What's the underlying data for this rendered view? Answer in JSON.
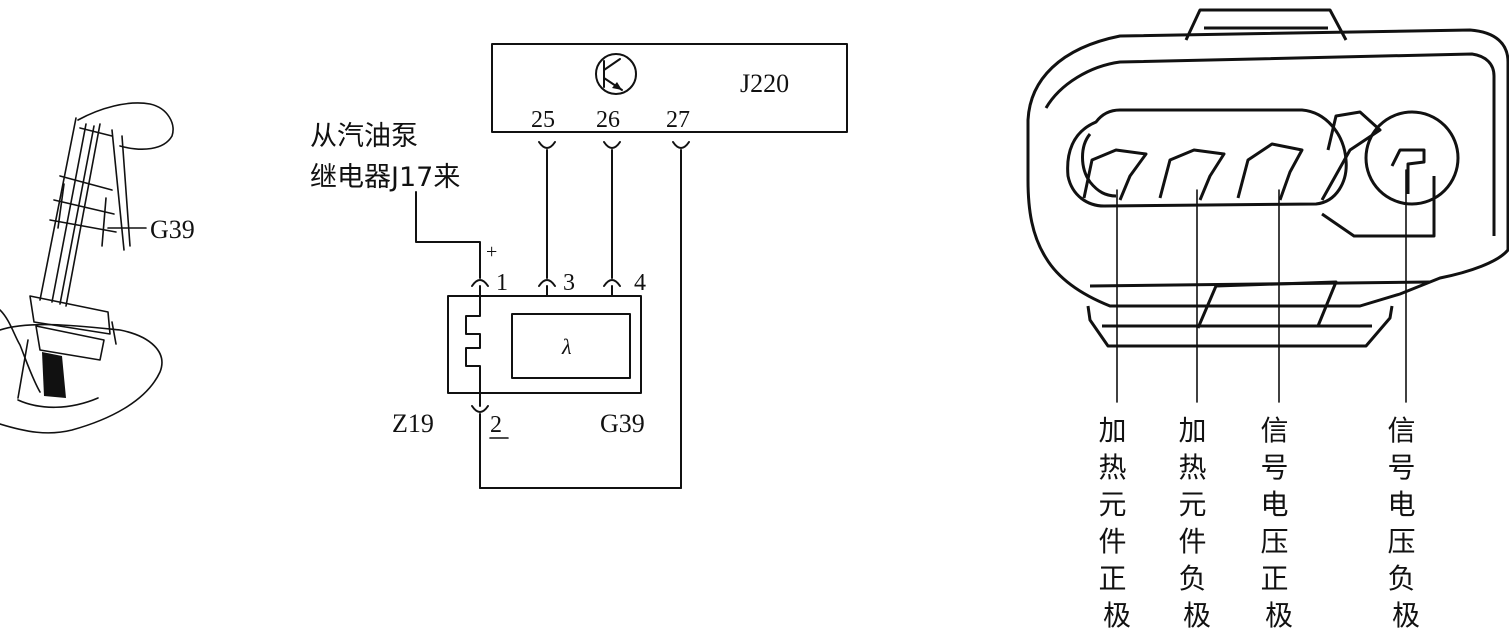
{
  "sensor_sketch": {
    "label": "G39"
  },
  "schematic": {
    "ecu_label": "J220",
    "ecu_pins": [
      "25",
      "26",
      "27"
    ],
    "source_line1": "从汽油泵",
    "source_line2": "继电器J17来",
    "plus_sign": "+",
    "sensor_pins": [
      "1",
      "3",
      "4"
    ],
    "ground_pin": "2",
    "lambda_symbol": "λ",
    "heater_label": "Z19",
    "sensor_label": "G39"
  },
  "connector": {
    "terminals": [
      {
        "chars": [
          "加",
          "热",
          "元",
          "件",
          "正",
          "极"
        ]
      },
      {
        "chars": [
          "加",
          "热",
          "元",
          "件",
          "负",
          "极"
        ]
      },
      {
        "chars": [
          "信",
          "号",
          "电",
          "压",
          "正",
          "极"
        ]
      },
      {
        "chars": [
          "信",
          "号",
          "电",
          "压",
          "负",
          "极"
        ]
      }
    ]
  }
}
